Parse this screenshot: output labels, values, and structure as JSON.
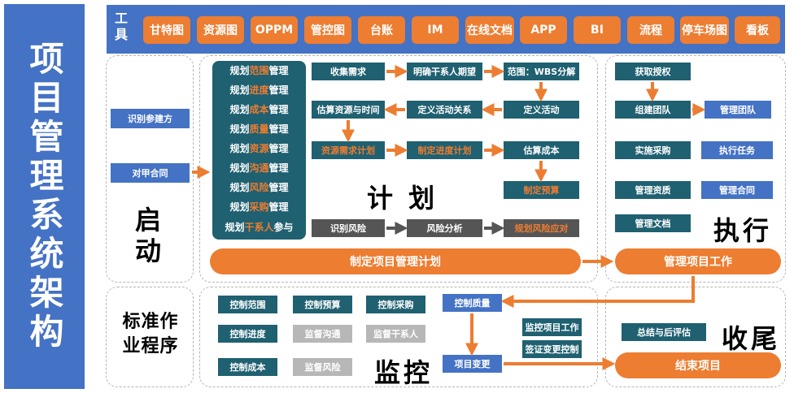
{
  "title": "项目管理系统架构",
  "toolbar": {
    "label": "工具",
    "tools": [
      "甘特图",
      "资源图",
      "OPPM",
      "管控图",
      "台账",
      "IM",
      "在线文档",
      "APP",
      "BI",
      "流程",
      "停车场图",
      "看板"
    ]
  },
  "start": {
    "title": "启动",
    "identify": "识别参建方",
    "contract": "对甲合同"
  },
  "standard": {
    "title": "标准作业程序"
  },
  "plan": {
    "title": "计 划",
    "list": [
      {
        "pre": "规划",
        "hl": "范围",
        "post": "管理"
      },
      {
        "pre": "规划",
        "hl": "进度",
        "post": "管理"
      },
      {
        "pre": "规划",
        "hl": "成本",
        "post": "管理"
      },
      {
        "pre": "规划",
        "hl": "质量",
        "post": "管理"
      },
      {
        "pre": "规划",
        "hl": "资源",
        "post": "管理"
      },
      {
        "pre": "规划",
        "hl": "沟通",
        "post": "管理"
      },
      {
        "pre": "规划",
        "hl": "风险",
        "post": "管理"
      },
      {
        "pre": "规划",
        "hl": "采购",
        "post": "管理"
      },
      {
        "pre": "规划",
        "hl": "干系人",
        "post": "参与"
      }
    ],
    "collect": "收集需求",
    "stakeholder": "明确干系人期望",
    "wbs": "范围：WBS分解",
    "estimate_time": "估算资源与时间",
    "define_rel": "定义活动关系",
    "define_act": "定义活动",
    "resource_plan": "资源需求计划",
    "schedule_plan": "制定进度计划",
    "estimate_cost": "估算成本",
    "budget": "制定预算",
    "identify_risk": "识别风险",
    "risk_analysis": "风险分析",
    "risk_response": "规划风险应对",
    "make_plan": "制定项目管理计划"
  },
  "execute": {
    "title": "执行",
    "authorize": "获取授权",
    "build_team": "组建团队",
    "manage_team": "管理团队",
    "procure": "实施采购",
    "exec_task": "执行任务",
    "manage_assets": "管理资质",
    "manage_contract": "管理合同",
    "manage_docs": "管理文档",
    "manage_work": "管理项目工作"
  },
  "monitor": {
    "title": "监控",
    "ctrl_scope": "控制范围",
    "ctrl_budget": "控制预算",
    "ctrl_procure": "控制采购",
    "ctrl_schedule": "控制进度",
    "mon_comm": "监督沟通",
    "mon_stake": "监督干系人",
    "ctrl_cost": "控制成本",
    "mon_risk": "监督风险",
    "ctrl_quality": "控制质量",
    "mon_work": "监控项目工作",
    "visa_ctrl": "签证变更控制",
    "change": "项目变更"
  },
  "close": {
    "title": "收尾",
    "summary": "总结与后评估",
    "end": "结束项目"
  },
  "colors": {
    "blue": "#4472c4",
    "orange": "#ed7d31",
    "teal": "#1f6071",
    "gray": "#555555",
    "lightgray": "#b7b7b7"
  }
}
